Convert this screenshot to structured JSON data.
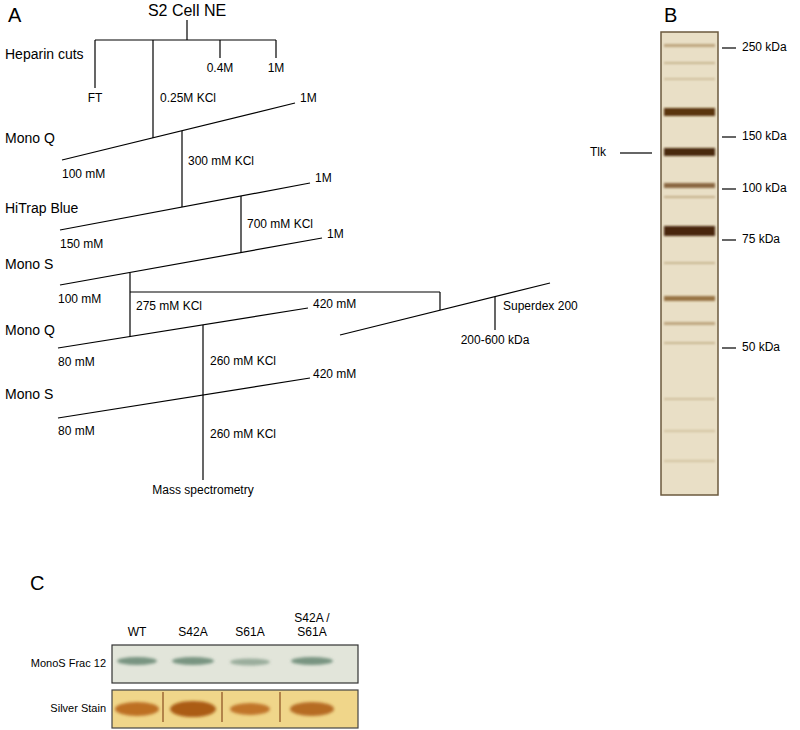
{
  "diagram": {
    "labels": [
      "A",
      "S2 Cell NE",
      "Heparin cuts",
      "FT",
      "0.25M KCl",
      "0.4M",
      "1M",
      "Mono Q",
      "100 mM",
      "300 mM KCl",
      "1M",
      "HiTrap Blue",
      "150 mM",
      "700 mM KCl",
      "1M",
      "Mono S",
      "100 mM",
      "1M",
      "275 mM KCl",
      "Superdex 200",
      "200-600 kDa",
      "Mono Q",
      "80 mM",
      "420 mM",
      "260 mM KCl",
      "Mono S",
      "80 mM",
      "420 mM",
      "260 mM KCl",
      "Mass spectrometry",
      "B",
      "250 kDa",
      "150 kDa",
      "100 kDa",
      "75 kDa",
      "50 kDa",
      "Tlk",
      "C",
      "WT",
      "S42A",
      "S61A",
      "S42A / S61A",
      "MonoS Frac 12",
      "Silver Stain"
    ]
  }
}
